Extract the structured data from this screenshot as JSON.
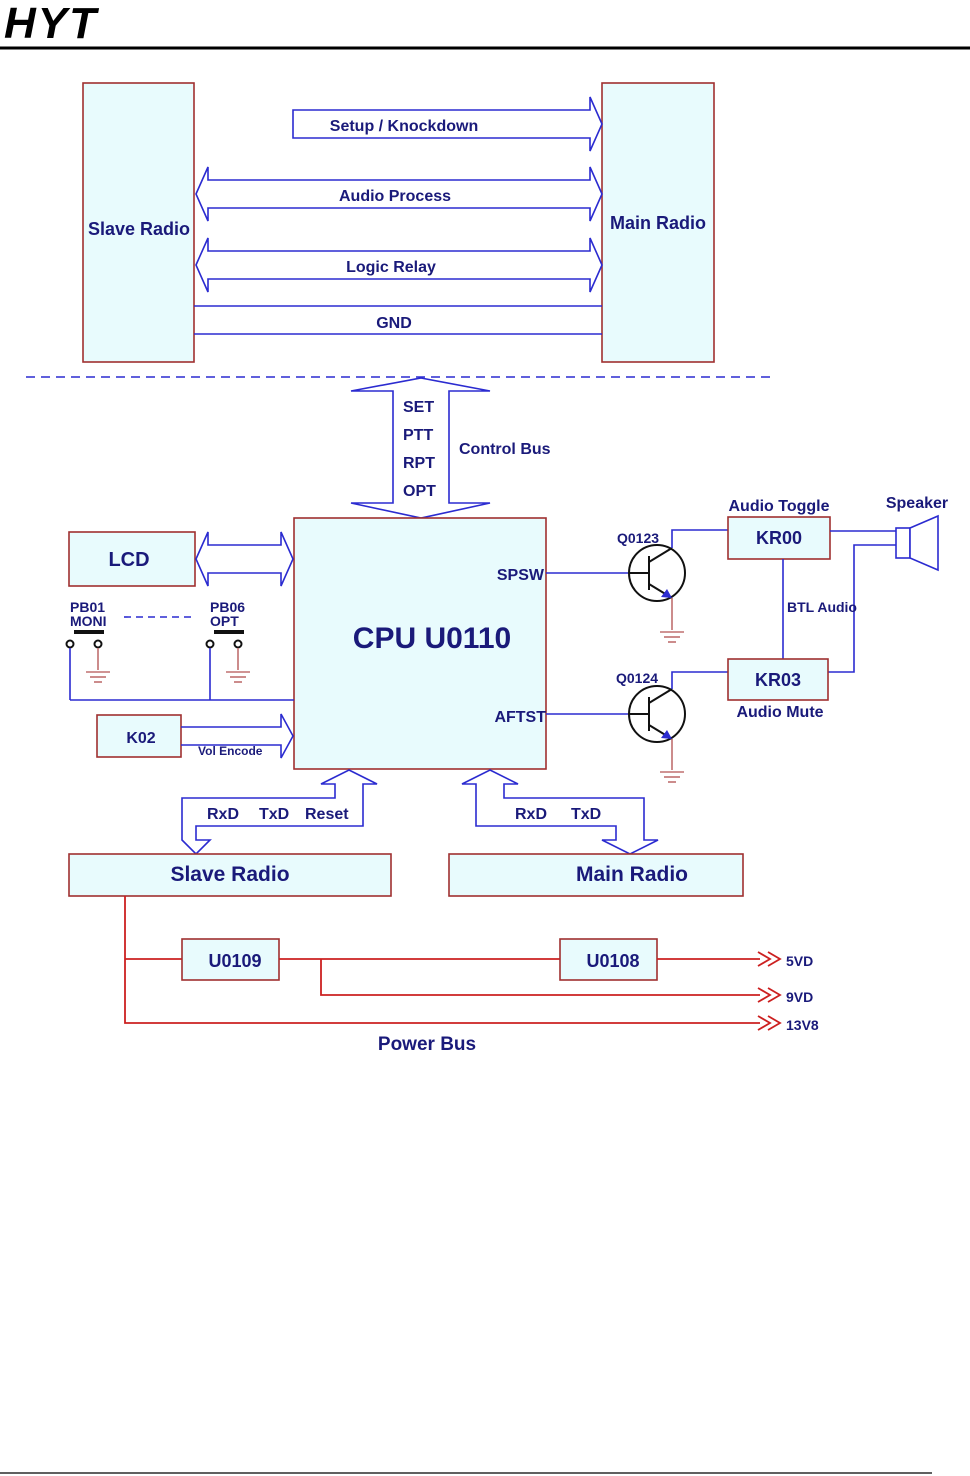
{
  "header": {
    "logo": "HYT"
  },
  "top": {
    "slave_radio": "Slave Radio",
    "main_radio": "Main Radio",
    "setup_knockdown": "Setup / Knockdown",
    "audio_process": "Audio Process",
    "logic_relay": "Logic Relay",
    "gnd": "GND"
  },
  "control_bus": {
    "label": "Control Bus",
    "signals": [
      "SET",
      "PTT",
      "RPT",
      "OPT"
    ]
  },
  "cpu": {
    "label": "CPU U0110",
    "spsw": "SPSW",
    "aftst": "AFTST"
  },
  "left": {
    "lcd": "LCD",
    "pb01": "PB01",
    "moni": "MONI",
    "pb06": "PB06",
    "opt": "OPT",
    "k02": "K02",
    "vol_encode": "Vol Encode"
  },
  "right": {
    "q0123": "Q0123",
    "q0124": "Q0124",
    "kr00": "KR00",
    "kr03": "KR03",
    "audio_toggle": "Audio Toggle",
    "audio_mute": "Audio Mute",
    "btl_audio": "BTL Audio",
    "speaker": "Speaker"
  },
  "bottom": {
    "slave_radio": "Slave Radio",
    "main_radio": "Main Radio",
    "slave_signals": [
      "RxD",
      "TxD",
      "Reset"
    ],
    "main_signals": [
      "RxD",
      "TxD"
    ]
  },
  "power": {
    "u0109": "U0109",
    "u0108": "U0108",
    "out_5vd": "5VD",
    "out_9vd": "9VD",
    "out_13v8": "13V8",
    "label": "Power Bus"
  }
}
